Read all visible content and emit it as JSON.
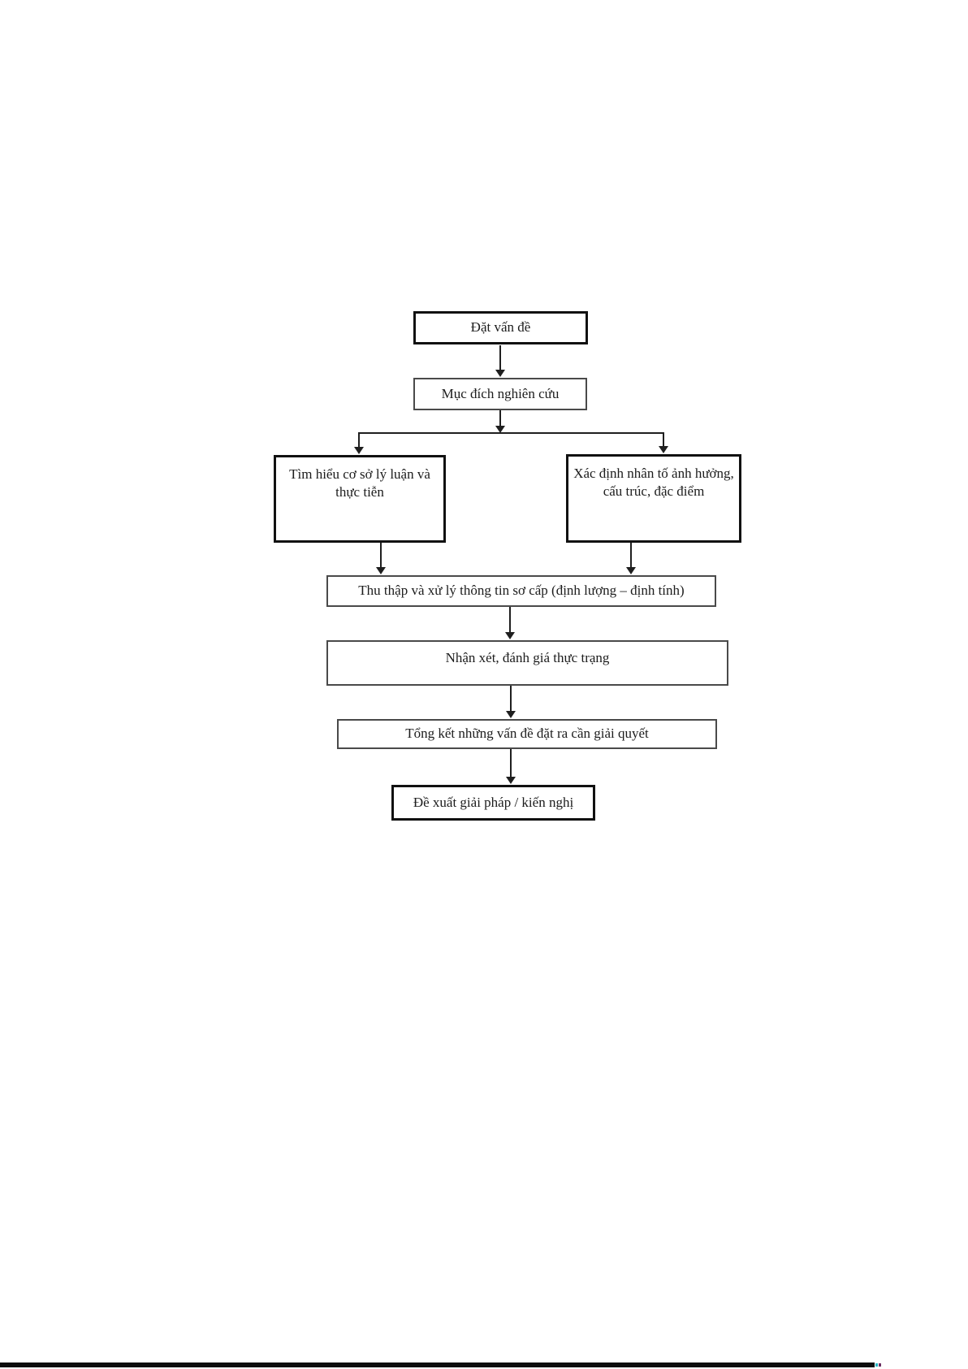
{
  "flowchart": {
    "nodes": [
      {
        "id": "dat-van-de",
        "label": "Đặt vấn đề"
      },
      {
        "id": "muc-dich",
        "label": "Mục đích nghiên cứu"
      },
      {
        "id": "co-so-ly-luan",
        "label": "Tìm hiểu cơ sở lý luận và thực tiễn"
      },
      {
        "id": "nhan-to",
        "label": "Xác định nhân tố ảnh hưởng, cấu trúc, đặc điểm"
      },
      {
        "id": "thu-thap",
        "label": "Thu thập và xử lý thông tin sơ cấp (định lượng – định tính)"
      },
      {
        "id": "nhan-xet",
        "label": "Nhận xét, đánh giá thực trạng"
      },
      {
        "id": "tong-ket",
        "label": "Tổng kết những vấn đề đặt ra cần giải quyết"
      },
      {
        "id": "de-xuat",
        "label": "Đề xuất giải pháp / kiến nghị"
      }
    ],
    "colors": {
      "line": "#1f1f1f",
      "thick_border": "#111111",
      "thin_border": "#4a4a4a",
      "text": "#1c1c1c",
      "paper": "#ffffff",
      "bottom_rule": "#0d0d0d"
    }
  }
}
